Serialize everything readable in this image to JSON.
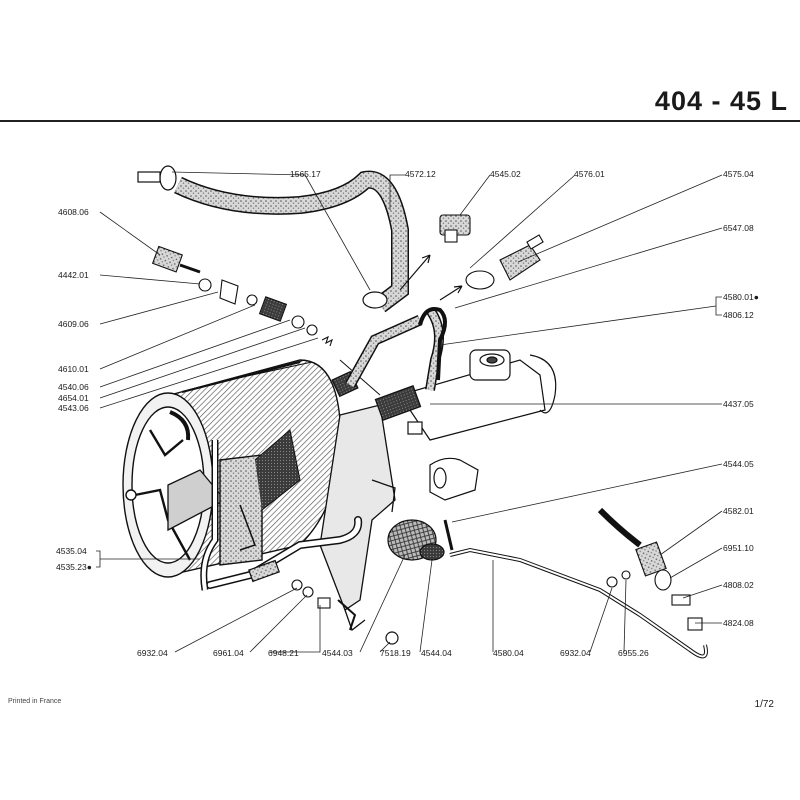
{
  "header": {
    "title": "404 - 45 L"
  },
  "footer": {
    "printed": "Printed in France",
    "page": "1/72"
  },
  "part_labels": {
    "p1": "4608.06",
    "p2": "4442.01",
    "p3": "4609.06",
    "p4": "4610.01",
    "p5": "4540.06",
    "p6": "4654.01",
    "p7": "4543.06",
    "p8": "4535.04",
    "p9": "4535.23●",
    "p10": "1565.17",
    "p11": "4572.12",
    "p12": "4545.02",
    "p13": "4576.01",
    "p14": "4575.04",
    "p15": "6547.08",
    "p16": "4580.01●",
    "p17": "4806.12",
    "p18": "4437.05",
    "p19": "4544.05",
    "p20": "4582.01",
    "p21": "6951.10",
    "p22": "4808.02",
    "p23": "4824.08",
    "p24": "6932.04",
    "p25": "6961.04",
    "p26": "6948.21",
    "p27": "4544.03",
    "p28": "7518.19",
    "p29": "4544.04",
    "p30": "4580.04",
    "p31": "6932.04",
    "p32": "6955.26"
  }
}
